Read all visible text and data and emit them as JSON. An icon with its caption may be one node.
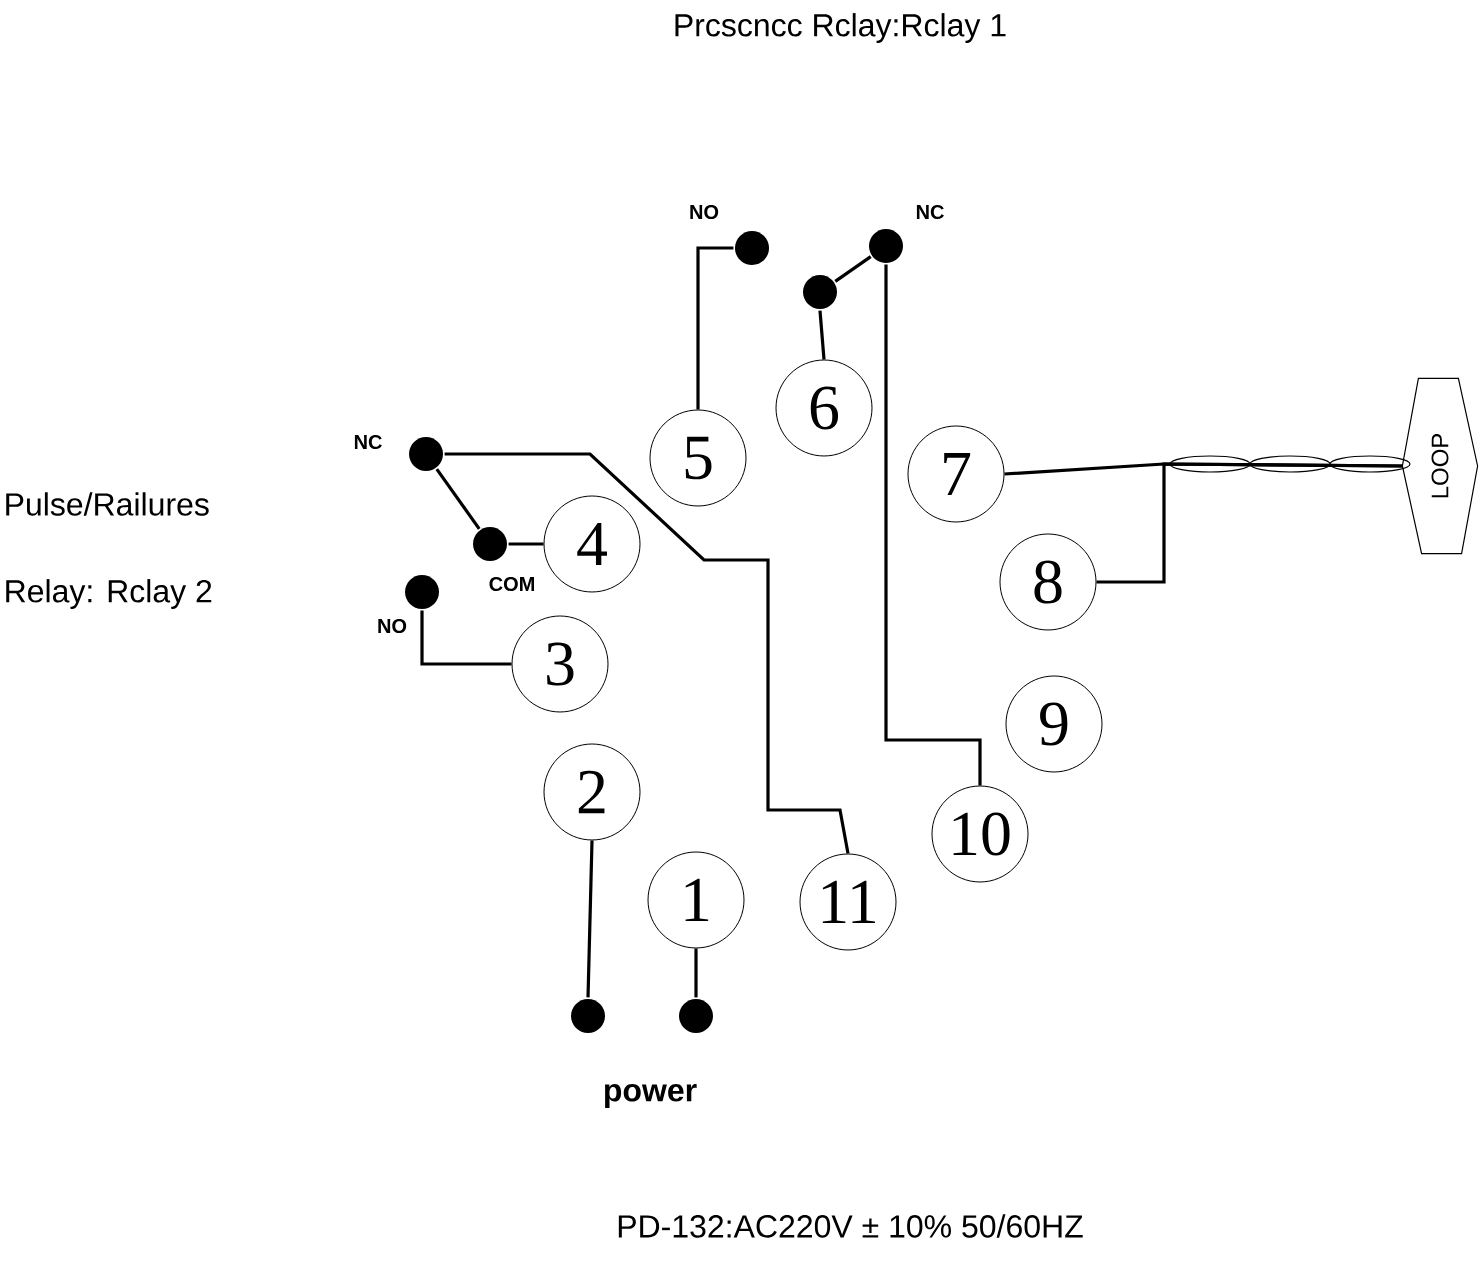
{
  "diagram": {
    "title": "Prcscncc Rclay:Rclay 1",
    "caption": "PD-132:AC220V ± 10% 50/60HZ",
    "nodes": [
      {
        "text": [
          "1"
        ]
      },
      {
        "text": [
          "2"
        ]
      },
      {
        "text": [
          "3"
        ]
      },
      {
        "text": [
          "4"
        ]
      },
      {
        "text": [
          "5"
        ]
      },
      {
        "text": [
          "6"
        ]
      },
      {
        "text": [
          "7"
        ]
      },
      {
        "text": [
          "8"
        ]
      },
      {
        "text": [
          "9"
        ]
      },
      {
        "text": [
          "10"
        ]
      },
      {
        "text": [
          "11"
        ]
      },
      {
        "text": [],
        "shape": "circle",
        "beside": [
          "NO"
        ]
      },
      {
        "text": [],
        "shape": "circle",
        "beside": [
          "NC"
        ]
      },
      {
        "text": [],
        "shape": "circle"
      },
      {
        "text": [],
        "shape": "circle",
        "beside": [
          "NC"
        ]
      },
      {
        "text": [],
        "shape": "circle",
        "beside": [
          "COM"
        ]
      },
      {
        "text": [],
        "shape": "circle",
        "beside": [
          "NO"
        ]
      },
      {
        "text": [],
        "shape": "circle"
      },
      {
        "text": [],
        "shape": "circle"
      },
      {
        "text": [
          "LOOP"
        ]
      }
    ],
    "edges": [
      {
        "from": 4,
        "to": 11,
        "arrow": "none"
      },
      {
        "from": 12,
        "to": 13,
        "arrow": "none"
      },
      {
        "from": 13,
        "to": 5,
        "arrow": "none"
      },
      {
        "from": 12,
        "to": 9,
        "arrow": "none"
      },
      {
        "from": 14,
        "to": 15,
        "arrow": "none"
      },
      {
        "from": 15,
        "to": 3,
        "arrow": "none"
      },
      {
        "from": 14,
        "to": 10,
        "arrow": "none"
      },
      {
        "from": 16,
        "to": 2,
        "arrow": "none"
      },
      {
        "from": 6,
        "to": 19,
        "arrow": "none"
      },
      {
        "from": 7,
        "to": 19,
        "arrow": "none"
      },
      {
        "from": 1,
        "to": 17,
        "arrow": "none"
      },
      {
        "from": 0,
        "to": 18,
        "arrow": "none"
      }
    ],
    "labels": [
      "Pulse/Railures",
      "Relay: Rclay 2",
      "power"
    ]
  }
}
